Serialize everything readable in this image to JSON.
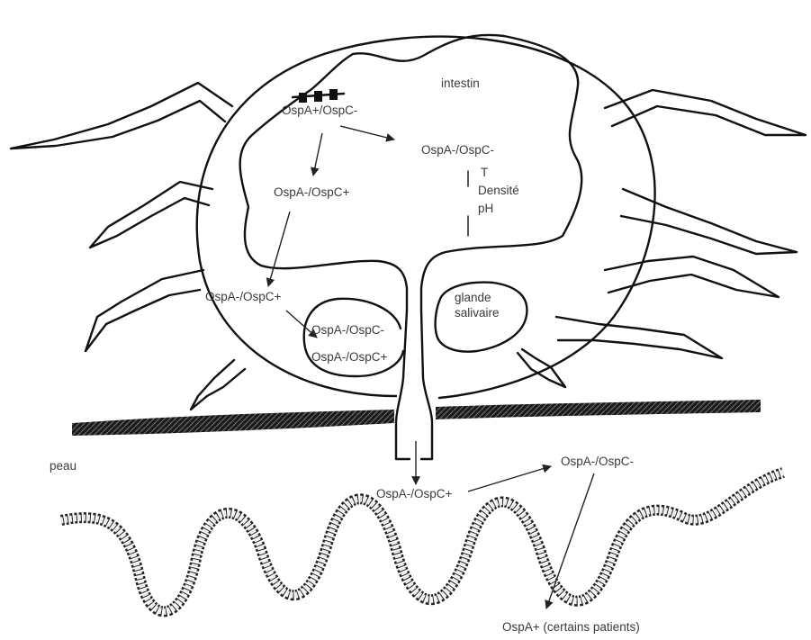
{
  "labels": {
    "intestine": "intestin",
    "gut_phenotype_initial": "OspA+/OspC-",
    "gut_phenotype_right": "OspA-/OspC-",
    "factor_temperature": "T",
    "factor_density": "Densité",
    "factor_ph": "pH",
    "gut_phenotype_left": "OspA-/OspC+",
    "hemolymph_phenotype": "OspA-/OspC+",
    "gland_phenotype_1": "OspA-/OspC-",
    "gland_phenotype_2": "OspA-/OspC+",
    "salivary_gland_line1": "glande",
    "salivary_gland_line2": "salivaire",
    "skin": "peau",
    "host_phenotype_injected": "OspA-/OspC+",
    "host_phenotype_later": "OspA-/OspC-",
    "host_phenotype_patients": "OspA+ (certains patients)"
  },
  "colors": {
    "ink": "#111111",
    "label_text": "#3a3a3a",
    "background": "#ffffff"
  }
}
